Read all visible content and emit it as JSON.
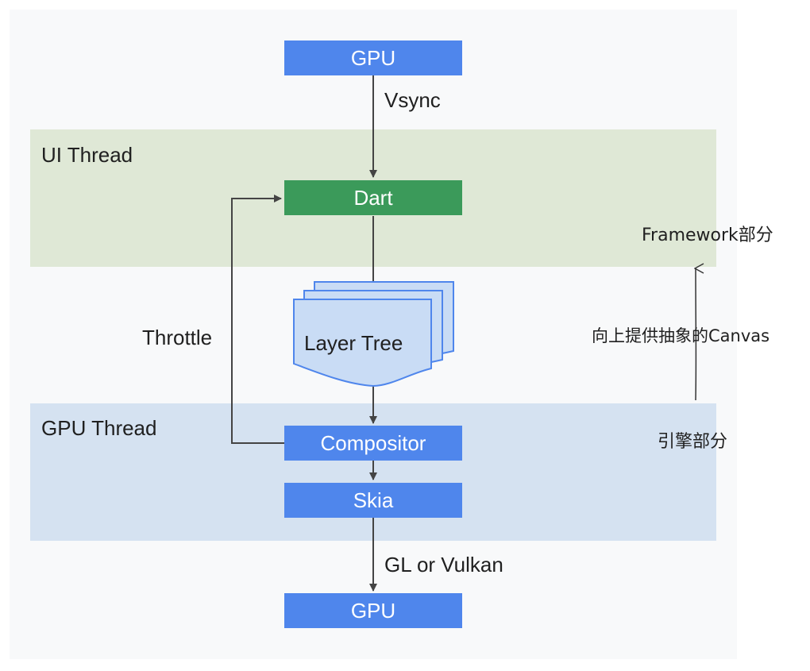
{
  "diagram": {
    "nodes": {
      "gpu_top": "GPU",
      "dart": "Dart",
      "layer_tree": "Layer Tree",
      "compositor": "Compositor",
      "skia": "Skia",
      "gpu_bottom": "GPU"
    },
    "bands": {
      "ui_thread": "UI Thread",
      "gpu_thread": "GPU Thread"
    },
    "edge_labels": {
      "vsync": "Vsync",
      "throttle": "Throttle",
      "gl_vulkan": "GL or Vulkan"
    },
    "annotations": {
      "framework": "Framework部分",
      "canvas": "向上提供抽象的Canvas",
      "engine": "引擎部分"
    },
    "colors": {
      "blue_box": "#4f86ec",
      "green_box": "#3b9a5a",
      "ui_band": "#dfe8d6",
      "gpu_band": "#d5e2f1",
      "layer_fill": "#c9dcf5",
      "layer_stroke": "#4f86ec"
    }
  }
}
